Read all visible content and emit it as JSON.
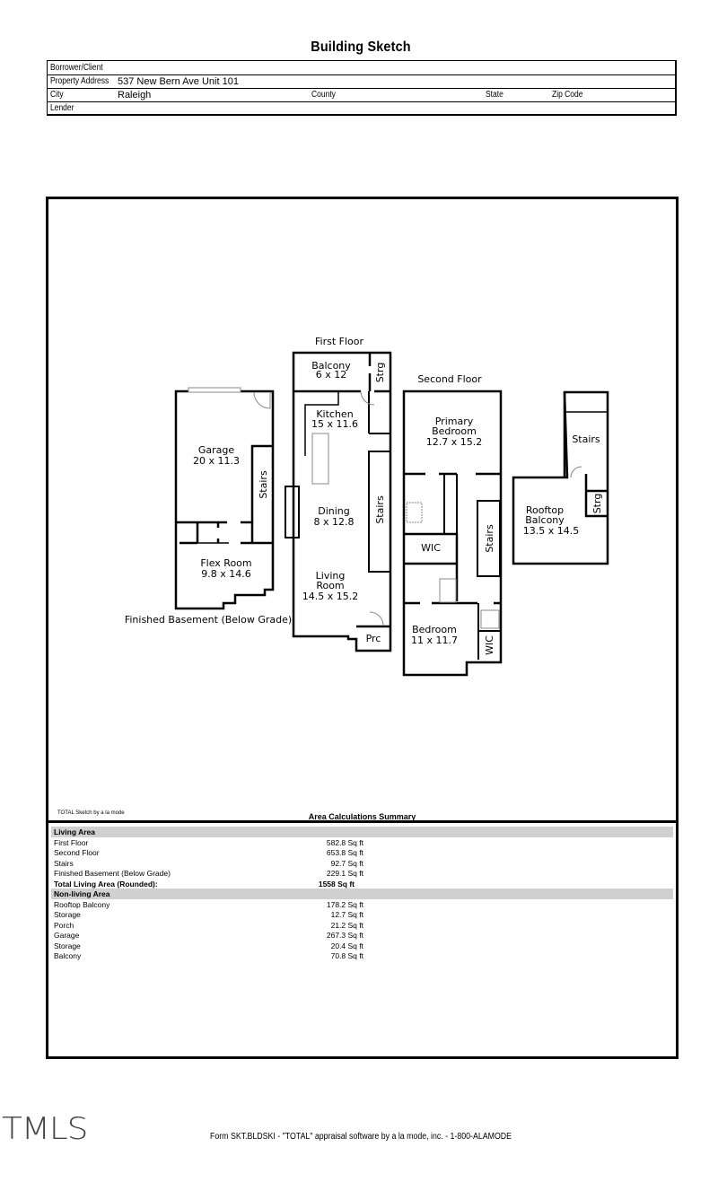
{
  "header": {
    "title": "Building Sketch",
    "borrower_label": "Borrower/Client",
    "borrower_value": "",
    "address_label": "Property Address",
    "address_value": "537 New Bern Ave Unit 101",
    "city_label": "City",
    "city_value": "Raleigh",
    "county_label": "County",
    "state_label": "State",
    "zip_label": "Zip Code",
    "lender_label": "Lender"
  },
  "sketch": {
    "basement_label": "Finished Basement (Below Grade)",
    "first_floor_label": "First Floor",
    "second_floor_label": "Second Floor",
    "rooms": {
      "garage": [
        "Garage",
        "20 x 11.3"
      ],
      "basement_stairs": "Stairs",
      "flex": [
        "Flex Room",
        "9.8 x 14.6"
      ],
      "balcony": [
        "Balcony",
        "6 x 12"
      ],
      "strg1": "Strg",
      "kitchen": [
        "Kitchen",
        "15 x 11.6"
      ],
      "dining": [
        "Dining",
        "8 x 12.8"
      ],
      "first_stairs": "Stairs",
      "living": [
        "Living",
        "Room",
        "14.5 x 15.2"
      ],
      "prc": "Prc",
      "primary": [
        "Primary",
        "Bedroom",
        "12.7 x 15.2"
      ],
      "wic1": "WIC",
      "second_stairs": "Stairs",
      "bedroom": [
        "Bedroom",
        "11 x 11.7"
      ],
      "wic2": "WIC",
      "roof_stairs": "Stairs",
      "roof_balcony": [
        "Rooftop",
        "Balcony",
        "13.5 x 14.5"
      ],
      "strg2": "Strg"
    }
  },
  "summary": {
    "software_note": "TOTAL Sketch by a la mode",
    "title": "Area Calculations Summary",
    "living_header": "Living Area",
    "living_rows": [
      [
        "First Floor",
        "582.8 Sq ft"
      ],
      [
        "Second Floor",
        "653.8 Sq ft"
      ],
      [
        "Stairs",
        "92.7 Sq ft"
      ],
      [
        "Finished Basement (Below Grade)",
        "229.1 Sq ft"
      ]
    ],
    "total_label": "Total Living Area (Rounded):",
    "total_value": "1558 Sq ft",
    "nonliving_header": "Non-living Area",
    "nonliving_rows": [
      [
        "Rooftop Balcony",
        "178.2 Sq ft"
      ],
      [
        "Storage",
        "12.7 Sq ft"
      ],
      [
        "Porch",
        "21.2 Sq ft"
      ],
      [
        "Garage",
        "267.3 Sq ft"
      ],
      [
        "Storage",
        "20.4 Sq ft"
      ],
      [
        "Balcony",
        "70.8 Sq ft"
      ]
    ]
  },
  "footer": {
    "form_text": "Form SKT.BLDSKI - \"TOTAL\" appraisal software by a la mode, inc. - 1-800-ALAMODE",
    "logo_text": "TMLS"
  }
}
